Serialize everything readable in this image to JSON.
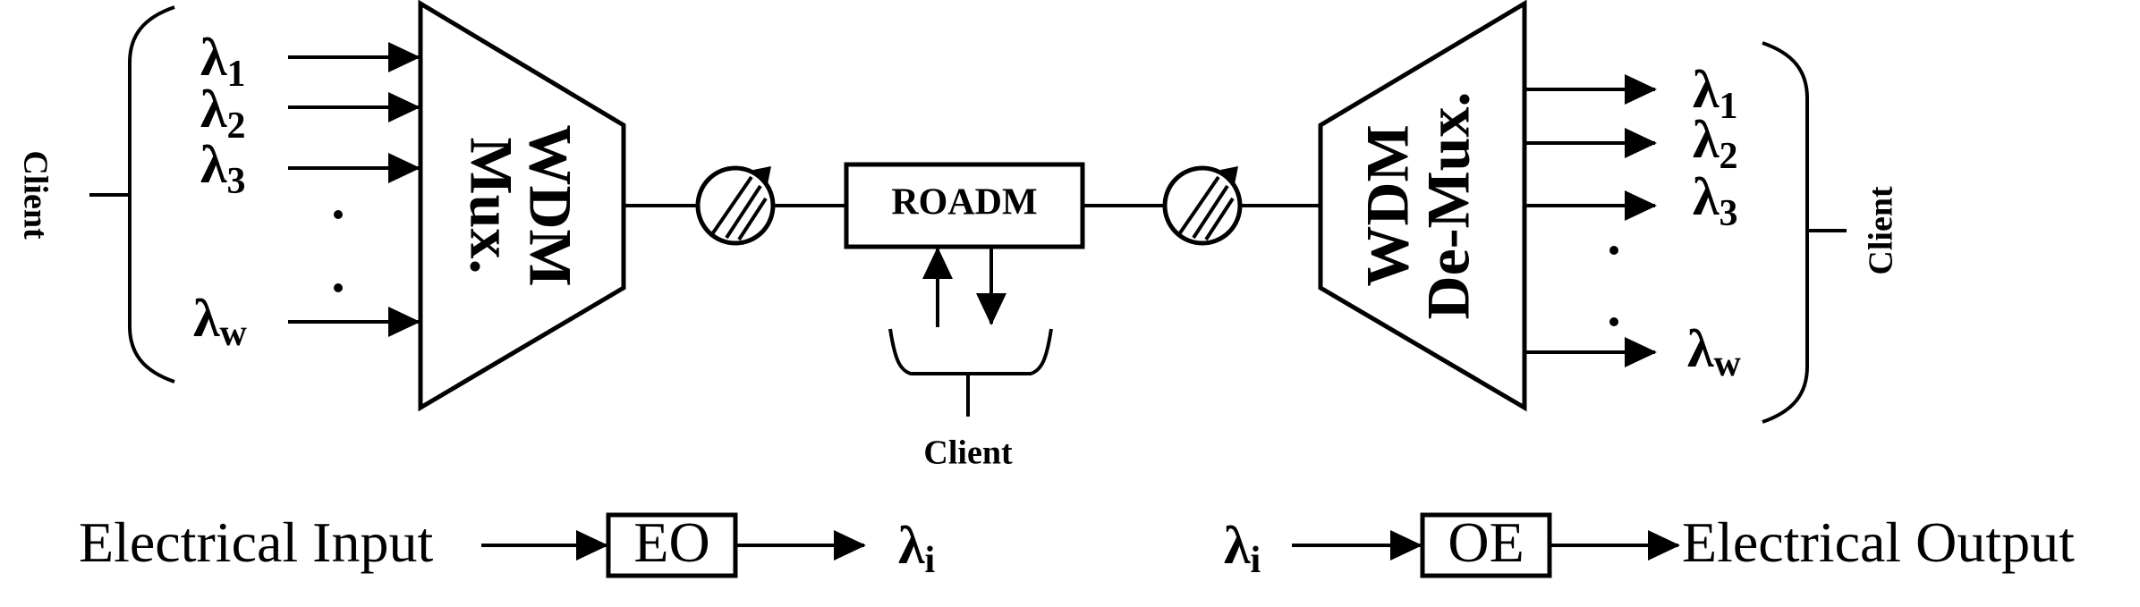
{
  "mux": {
    "line1": "WDM",
    "line2": "Mux."
  },
  "demux": {
    "line1": "WDM",
    "line2": "De-Mux."
  },
  "roadm": {
    "label": "ROADM"
  },
  "clients": {
    "left": "Client",
    "bottom": "Client",
    "right": "Client"
  },
  "wavelengths": {
    "symbol": "λ",
    "inputs": [
      "1",
      "2",
      "3",
      "w"
    ],
    "outputs": [
      "1",
      "2",
      "3",
      "w"
    ]
  },
  "legend": {
    "electrical_input": "Electrical Input",
    "eo": "EO",
    "lambda_symbol": "λ",
    "lambda_sub": "i",
    "oe": "OE",
    "electrical_output": "Electrical Output"
  }
}
